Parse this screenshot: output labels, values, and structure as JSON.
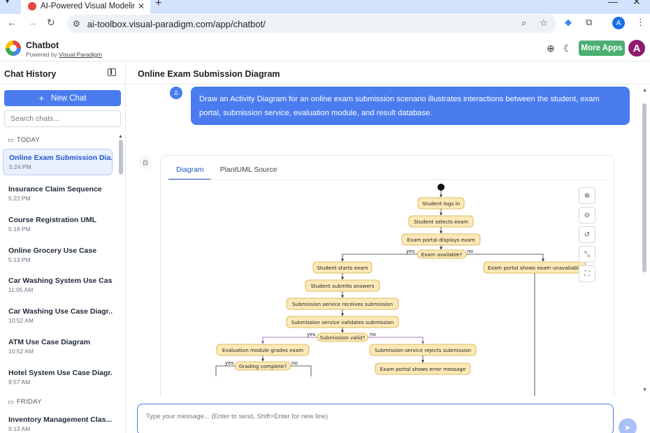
{
  "browser": {
    "tab_title": "AI-Powered Visual Modeling Ch",
    "url": "ai-toolbox.visual-paradigm.com/app/chatbot/",
    "profile_letter": "A"
  },
  "app": {
    "title": "Chatbot",
    "powered_prefix": "Powered by ",
    "powered_link": "Visual Paradigm",
    "more_apps": "More Apps",
    "avatar_letter": "A"
  },
  "sidebar": {
    "title": "Chat History",
    "new_chat": "New Chat",
    "search_placeholder": "Search chats...",
    "groups": [
      {
        "label": "TODAY",
        "items": [
          {
            "title": "Online Exam Submission Dia...",
            "time": "5:24 PM",
            "active": true
          },
          {
            "title": "Insurance Claim Sequence",
            "time": "5:22 PM"
          },
          {
            "title": "Course Registration UML",
            "time": "5:18 PM"
          },
          {
            "title": "Online Grocery Use Case",
            "time": "5:13 PM"
          },
          {
            "title": "Car Washing System Use Case",
            "time": "11:05 AM"
          },
          {
            "title": "Car Washing Use Case Diagr...",
            "time": "10:52 AM"
          },
          {
            "title": "ATM Use Case Diagram",
            "time": "10:52 AM"
          },
          {
            "title": "Hotel System Use Case Diagr...",
            "time": "9:57 AM"
          }
        ]
      },
      {
        "label": "FRIDAY",
        "items": [
          {
            "title": "Inventory Management Clas...",
            "time": "9:13 AM"
          }
        ]
      }
    ]
  },
  "main": {
    "title": "Online Exam Submission Diagram",
    "user_message": "Draw an Activity Diagram for an online exam submission scenario illustrates interactions between the student, exam portal, submission service, evaluation module, and result database.",
    "tabs": [
      {
        "label": "Diagram",
        "active": true
      },
      {
        "label": "PlantUML Source"
      }
    ],
    "composer_placeholder": "Type your message... (Enter to send, Shift+Enter for new line)"
  },
  "diagram": {
    "nodes": {
      "n1": "Student logs in",
      "n2": "Student selects exam",
      "n3": "Exam portal displays exam",
      "d1": "Exam available?",
      "n4": "Student starts exam",
      "n5": "Exam portal shows exam unavailable",
      "n6": "Student submits answers",
      "n7": "Submission service receives submission",
      "n8": "Submission service validates submission",
      "d2": "Submission valid?",
      "n9": "Evaluation module grades exam",
      "n10": "Submission service rejects submission",
      "d3": "Grading complete?",
      "n11": "Exam portal shows error message"
    },
    "labels": {
      "yes": "yes",
      "no": "no"
    }
  }
}
